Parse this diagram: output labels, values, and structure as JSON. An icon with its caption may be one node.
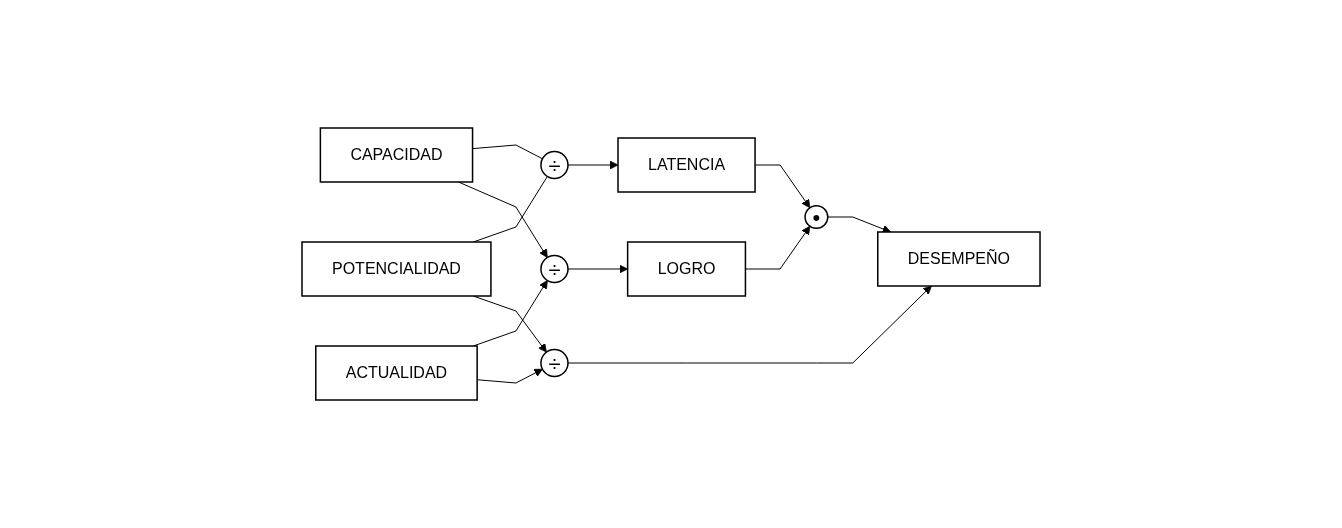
{
  "diagram": {
    "nodes": [
      {
        "text": [
          "POTENCIALIDAD"
        ]
      },
      {
        "text": [
          "÷"
        ]
      },
      {
        "text": [
          "LATENCIA"
        ]
      },
      {
        "text": [
          "CAPACIDAD"
        ]
      },
      {
        "text": [
          "•"
        ]
      },
      {
        "text": [
          "DESEMPEÑO"
        ]
      },
      {
        "text": [
          "÷"
        ]
      },
      {
        "text": [
          "÷"
        ]
      },
      {
        "text": [
          "LOGRO"
        ]
      },
      {
        "text": [
          "ACTUALIDAD"
        ]
      }
    ],
    "edges": [
      {
        "from": 0,
        "to": 1,
        "arrow": "none"
      },
      {
        "from": 3,
        "to": 1,
        "arrow": "none"
      },
      {
        "from": 1,
        "to": 2,
        "arrow": "to"
      },
      {
        "from": 3,
        "to": 7,
        "arrow": "to"
      },
      {
        "from": 9,
        "to": 7,
        "arrow": "to"
      },
      {
        "from": 7,
        "to": 8,
        "arrow": "to"
      },
      {
        "from": 2,
        "to": 4,
        "arrow": "to"
      },
      {
        "from": 8,
        "to": 4,
        "arrow": "to"
      },
      {
        "from": 4,
        "to": 5,
        "arrow": "to"
      },
      {
        "from": 0,
        "to": 6,
        "arrow": "to"
      },
      {
        "from": 9,
        "to": 6,
        "arrow": "to"
      },
      {
        "from": 6,
        "to": 5,
        "arrow": "to"
      }
    ]
  }
}
